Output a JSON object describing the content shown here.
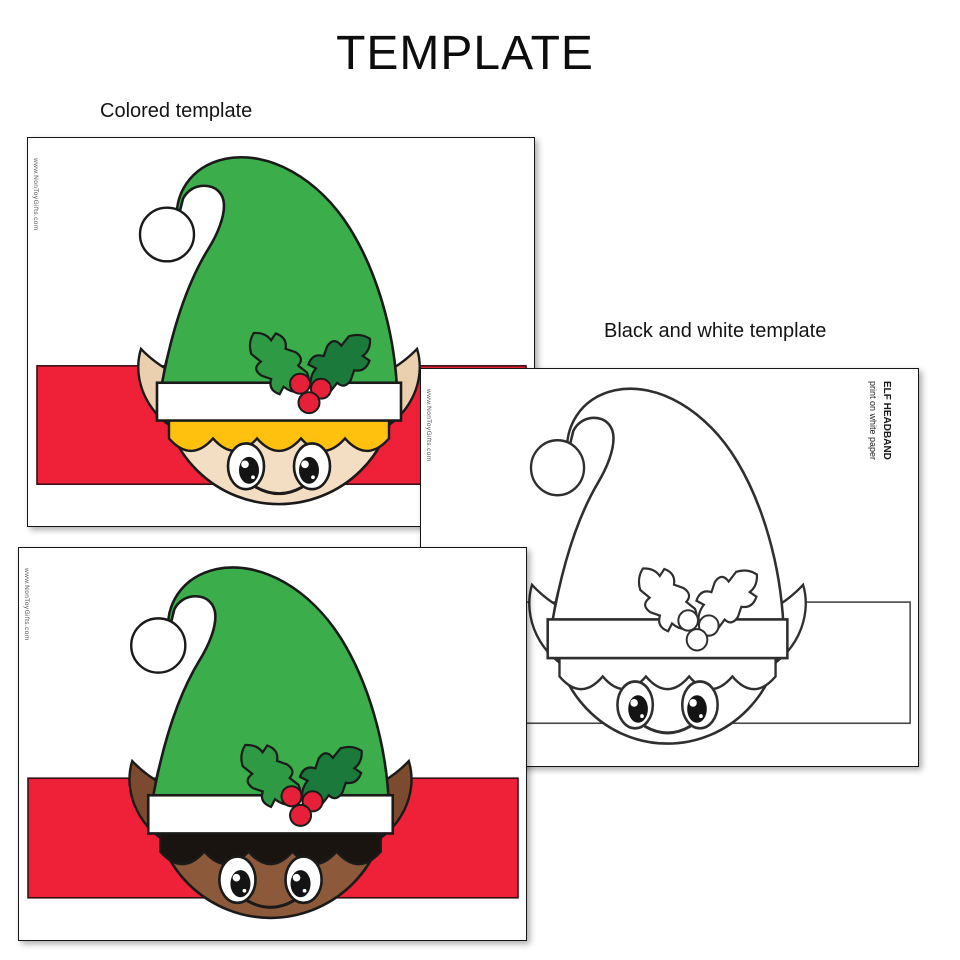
{
  "title": "TEMPLATE",
  "sections": {
    "colored_label": "Colored template",
    "bw_label": "Black and white template"
  },
  "watermark": "www.NonToyGifts.com",
  "bw_note": {
    "line1": "ELF HEADBAND",
    "line2": "print on white paper"
  },
  "colors": {
    "band_red": "#EE2139",
    "band_stroke": "#3A1016",
    "hat_green": "#3BAD4B",
    "holly_light": "#2F9A44",
    "holly_dark": "#1B7A3B",
    "berry_red": "#E62039",
    "hair_blonde": "#FFC10E",
    "hair_black": "#19140F",
    "skin_light": "#F3DEC3",
    "ear_light": "#EBD0AF",
    "skin_brown": "#8C5A3B",
    "ear_brown": "#7C4A2E",
    "brim_white": "#FFFFFF",
    "pom_white": "#FFFFFF",
    "eye_white": "#FFFFFF",
    "pupil_black": "#141414",
    "outline": "#1A1A1A",
    "bw_stroke": "#2F2F2F",
    "bw_band_stroke": "#4A4A4A",
    "bw_fill": "#FFFFFF"
  },
  "templates": [
    {
      "id": "colored-elf-light",
      "variant": "colored",
      "skin": "skin_light",
      "ear": "ear_light",
      "hair": "hair_blonde"
    },
    {
      "id": "colored-elf-dark",
      "variant": "colored",
      "skin": "skin_brown",
      "ear": "ear_brown",
      "hair": "hair_black"
    },
    {
      "id": "black-and-white-elf",
      "variant": "outline"
    }
  ]
}
